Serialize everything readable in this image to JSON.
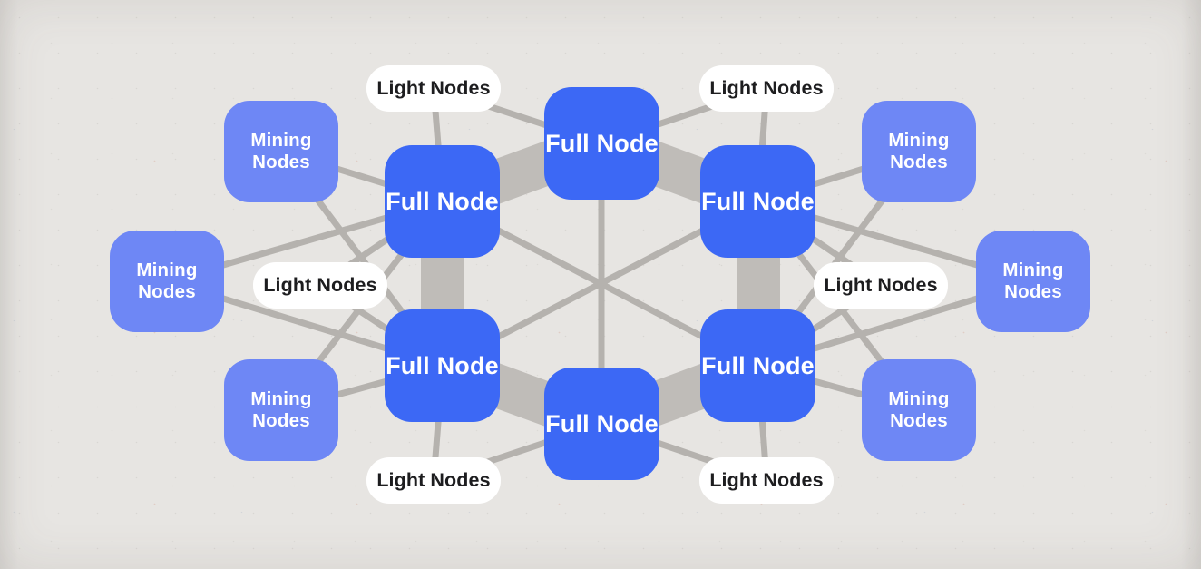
{
  "diagram": {
    "labels": {
      "full_node": "Full Node",
      "mining_node": "Mining Nodes",
      "light_node": "Light Nodes"
    },
    "colors": {
      "full_node": "#3c68f5",
      "mining_node": "#6e87f5",
      "light_node": "#ffffff",
      "node_text": "#ffffff",
      "light_node_text": "#1d1d1f",
      "link_line": "#b5b2ae",
      "ring_band": "#bfbcb8",
      "background": "#e7e5e2"
    },
    "nodes": [
      {
        "id": "full_top",
        "type": "full",
        "label": "Full Node"
      },
      {
        "id": "full_upper_left",
        "type": "full",
        "label": "Full Node"
      },
      {
        "id": "full_upper_right",
        "type": "full",
        "label": "Full Node"
      },
      {
        "id": "full_lower_left",
        "type": "full",
        "label": "Full Node"
      },
      {
        "id": "full_lower_right",
        "type": "full",
        "label": "Full Node"
      },
      {
        "id": "full_bottom",
        "type": "full",
        "label": "Full Node"
      },
      {
        "id": "mining_upper_left",
        "type": "mining",
        "label": "Mining Nodes"
      },
      {
        "id": "mining_upper_right",
        "type": "mining",
        "label": "Mining Nodes"
      },
      {
        "id": "mining_left",
        "type": "mining",
        "label": "Mining Nodes"
      },
      {
        "id": "mining_right",
        "type": "mining",
        "label": "Mining Nodes"
      },
      {
        "id": "mining_lower_left",
        "type": "mining",
        "label": "Mining Nodes"
      },
      {
        "id": "mining_lower_right",
        "type": "mining",
        "label": "Mining Nodes"
      },
      {
        "id": "light_top_left",
        "type": "light",
        "label": "Light Nodes"
      },
      {
        "id": "light_top_right",
        "type": "light",
        "label": "Light Nodes"
      },
      {
        "id": "light_middle_left",
        "type": "light",
        "label": "Light Nodes"
      },
      {
        "id": "light_middle_right",
        "type": "light",
        "label": "Light Nodes"
      },
      {
        "id": "light_bottom_left",
        "type": "light",
        "label": "Light Nodes"
      },
      {
        "id": "light_bottom_right",
        "type": "light",
        "label": "Light Nodes"
      }
    ],
    "edges": [
      {
        "from": "full_top",
        "to": "full_upper_left",
        "type": "ring"
      },
      {
        "from": "full_top",
        "to": "full_upper_right",
        "type": "ring"
      },
      {
        "from": "full_upper_left",
        "to": "full_lower_left",
        "type": "ring"
      },
      {
        "from": "full_upper_right",
        "to": "full_lower_right",
        "type": "ring"
      },
      {
        "from": "full_lower_left",
        "to": "full_bottom",
        "type": "ring"
      },
      {
        "from": "full_lower_right",
        "to": "full_bottom",
        "type": "ring"
      },
      {
        "from": "full_top",
        "to": "full_bottom",
        "type": "link"
      },
      {
        "from": "full_upper_left",
        "to": "full_lower_right",
        "type": "link"
      },
      {
        "from": "full_upper_right",
        "to": "full_lower_left",
        "type": "link"
      },
      {
        "from": "light_top_left",
        "to": "full_upper_left",
        "type": "link"
      },
      {
        "from": "light_top_left",
        "to": "full_top",
        "type": "link"
      },
      {
        "from": "light_top_right",
        "to": "full_top",
        "type": "link"
      },
      {
        "from": "light_top_right",
        "to": "full_upper_right",
        "type": "link"
      },
      {
        "from": "light_middle_left",
        "to": "full_upper_left",
        "type": "link"
      },
      {
        "from": "light_middle_left",
        "to": "full_lower_left",
        "type": "link"
      },
      {
        "from": "light_middle_right",
        "to": "full_upper_right",
        "type": "link"
      },
      {
        "from": "light_middle_right",
        "to": "full_lower_right",
        "type": "link"
      },
      {
        "from": "light_bottom_left",
        "to": "full_lower_left",
        "type": "link"
      },
      {
        "from": "light_bottom_left",
        "to": "full_bottom",
        "type": "link"
      },
      {
        "from": "light_bottom_right",
        "to": "full_bottom",
        "type": "link"
      },
      {
        "from": "light_bottom_right",
        "to": "full_lower_right",
        "type": "link"
      },
      {
        "from": "mining_upper_left",
        "to": "full_upper_left",
        "type": "link"
      },
      {
        "from": "mining_upper_left",
        "to": "full_lower_left",
        "type": "link"
      },
      {
        "from": "mining_left",
        "to": "full_upper_left",
        "type": "link"
      },
      {
        "from": "mining_left",
        "to": "full_lower_left",
        "type": "link"
      },
      {
        "from": "mining_lower_left",
        "to": "full_lower_left",
        "type": "link"
      },
      {
        "from": "mining_lower_left",
        "to": "full_upper_left",
        "type": "link"
      },
      {
        "from": "mining_upper_right",
        "to": "full_upper_right",
        "type": "link"
      },
      {
        "from": "mining_upper_right",
        "to": "full_lower_right",
        "type": "link"
      },
      {
        "from": "mining_right",
        "to": "full_upper_right",
        "type": "link"
      },
      {
        "from": "mining_right",
        "to": "full_lower_right",
        "type": "link"
      },
      {
        "from": "mining_lower_right",
        "to": "full_lower_right",
        "type": "link"
      },
      {
        "from": "mining_lower_right",
        "to": "full_upper_right",
        "type": "link"
      }
    ]
  }
}
